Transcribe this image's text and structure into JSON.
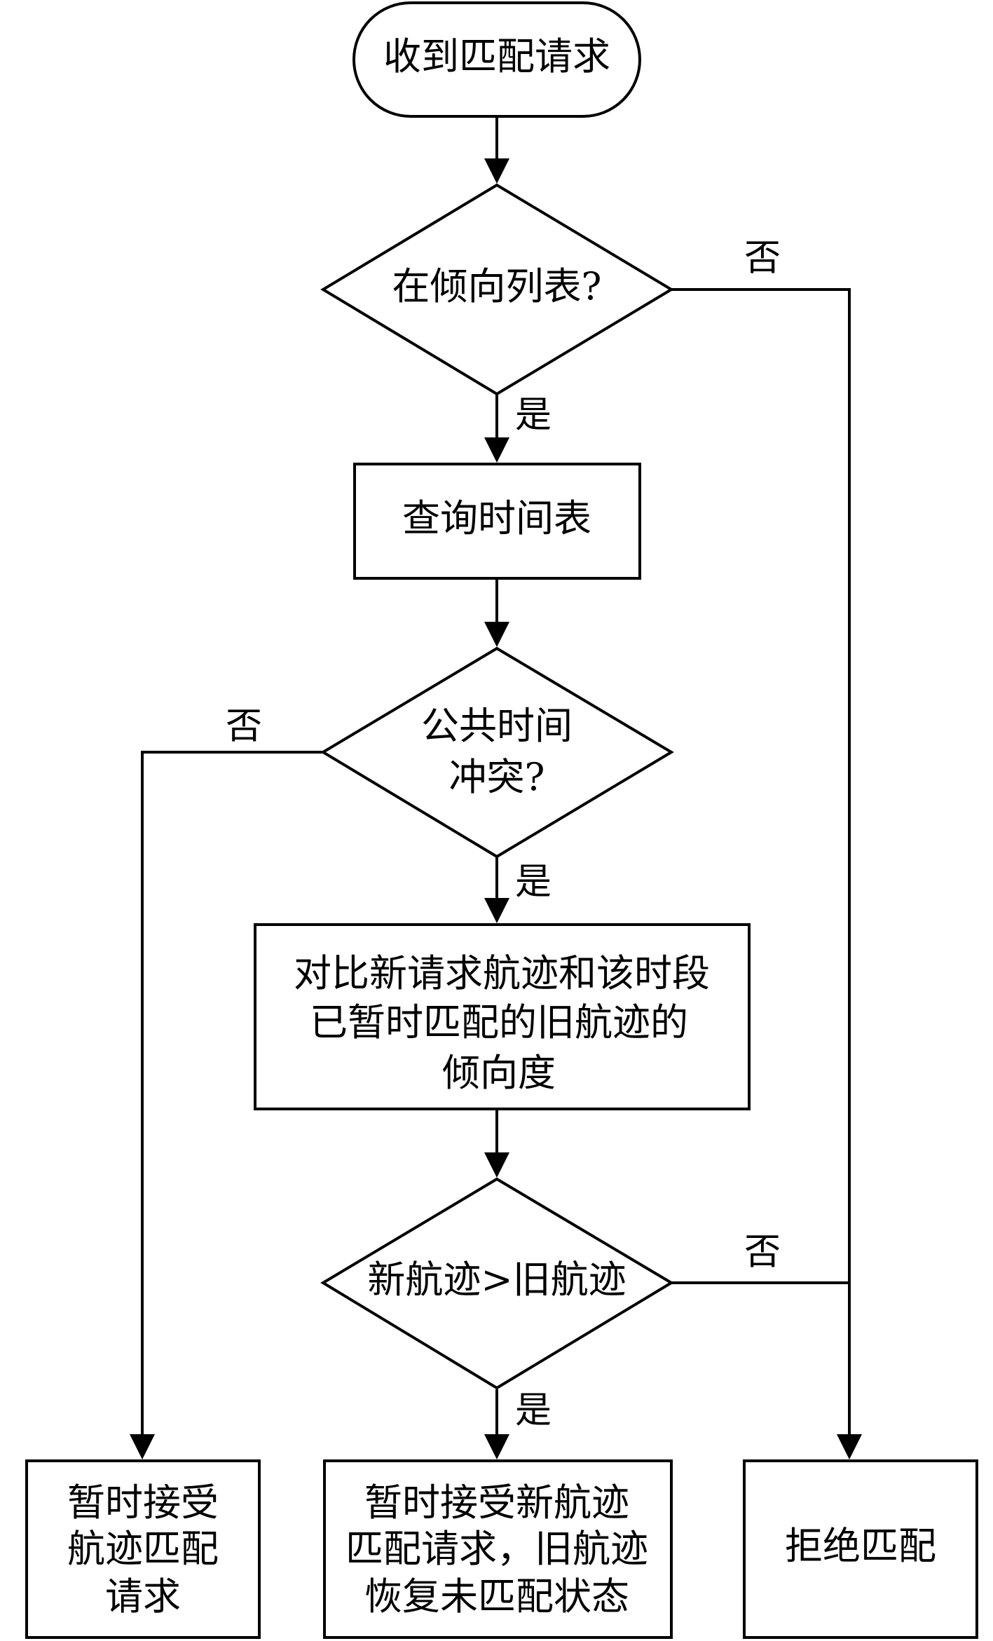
{
  "nodes": {
    "start": {
      "text": "收到匹配请求"
    },
    "decision_list": {
      "text": "在倾向列表?"
    },
    "query_schedule": {
      "text": "查询时间表"
    },
    "decision_conflict": {
      "lines": [
        "公共时间",
        "冲突?"
      ]
    },
    "compare": {
      "lines": [
        "对比新请求航迹和该时段",
        "已暂时匹配的旧航迹的",
        "倾向度"
      ]
    },
    "decision_compare": {
      "text": "新航迹>旧航迹"
    },
    "accept_temp": {
      "lines": [
        "暂时接受",
        "航迹匹配",
        "请求"
      ]
    },
    "accept_new": {
      "lines": [
        "暂时接受新航迹",
        "匹配请求，旧航迹",
        "恢复未匹配状态"
      ]
    },
    "reject": {
      "text": "拒绝匹配"
    }
  },
  "edge_labels": {
    "list_no": "否",
    "list_yes": "是",
    "conflict_no": "否",
    "conflict_yes": "是",
    "compare_no": "否",
    "compare_yes": "是"
  }
}
